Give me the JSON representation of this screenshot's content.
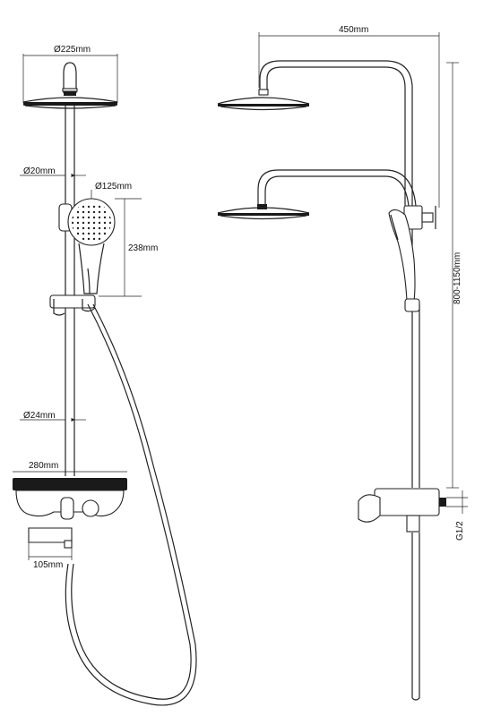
{
  "front_view": {
    "dim_head_diameter": "Ø225mm",
    "dim_pipe_top": "Ø20mm",
    "dim_hand_shower": "Ø125mm",
    "dim_hand_shower_height": "238mm",
    "dim_pipe_bottom": "Ø24mm",
    "dim_shelf_width": "280mm",
    "dim_spout": "105mm"
  },
  "side_view": {
    "dim_arm_length": "450mm",
    "dim_height_range": "800-1150mm",
    "dim_connection": "G1/2"
  }
}
